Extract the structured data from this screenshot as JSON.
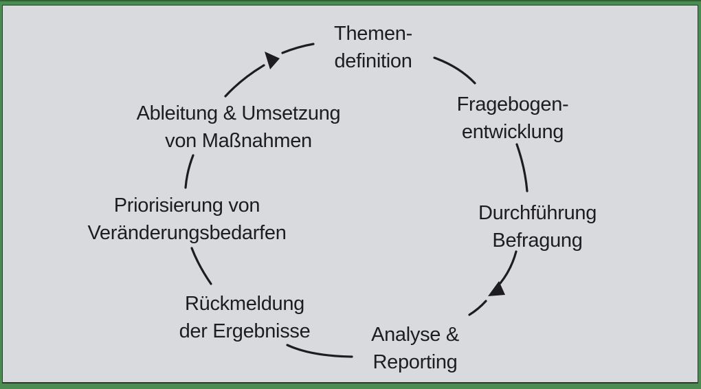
{
  "theme": {
    "frame_green": "#4c8b52",
    "frame_green_dark": "#2f6134",
    "canvas_bg": "#d9dade",
    "border_dark": "#333333",
    "ink": "#1d1d1f"
  },
  "diagram": {
    "type": "cycle",
    "direction": "clockwise",
    "nodes": [
      {
        "id": "themendefinition",
        "lines": [
          "Themen-",
          "definition"
        ]
      },
      {
        "id": "fragebogenentwicklung",
        "lines": [
          "Fragebogen-",
          "entwicklung"
        ]
      },
      {
        "id": "durchfuehrung-befragung",
        "lines": [
          "Durchführung",
          "Befragung"
        ]
      },
      {
        "id": "analyse-reporting",
        "lines": [
          "Analyse &",
          "Reporting"
        ]
      },
      {
        "id": "rueckmeldung-ergebnisse",
        "lines": [
          "Rückmeldung",
          "der Ergebnisse"
        ]
      },
      {
        "id": "priorisierung-veraenderungsbedarfe",
        "lines": [
          "Priorisierung von",
          "Veränderungsbedarfen"
        ]
      },
      {
        "id": "ableitung-umsetzung-massnahmen",
        "lines": [
          "Ableitung & Umsetzung",
          "von Maßnahmen"
        ]
      }
    ]
  }
}
